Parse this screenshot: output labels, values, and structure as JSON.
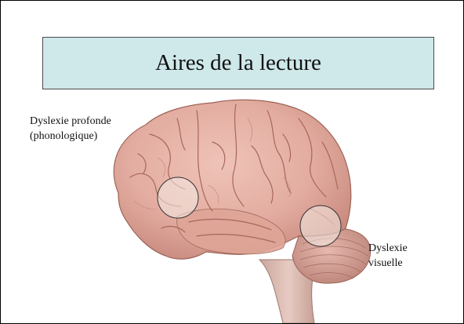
{
  "slide": {
    "title": "Aires de la lecture",
    "labels": {
      "deep_dyslexia": [
        "Dyslexie profonde",
        "(phonologique)"
      ],
      "visual_dyslexia": [
        "Dyslexie",
        "visuelle"
      ]
    },
    "colors": {
      "title_fill": "#cfe8ea",
      "brain_fill": "#e3aca0",
      "brain_dark": "#b56e62",
      "cerebellum": "#d8a39a",
      "stem": "#d6b8ae",
      "highlight": "#f4ece6"
    }
  }
}
